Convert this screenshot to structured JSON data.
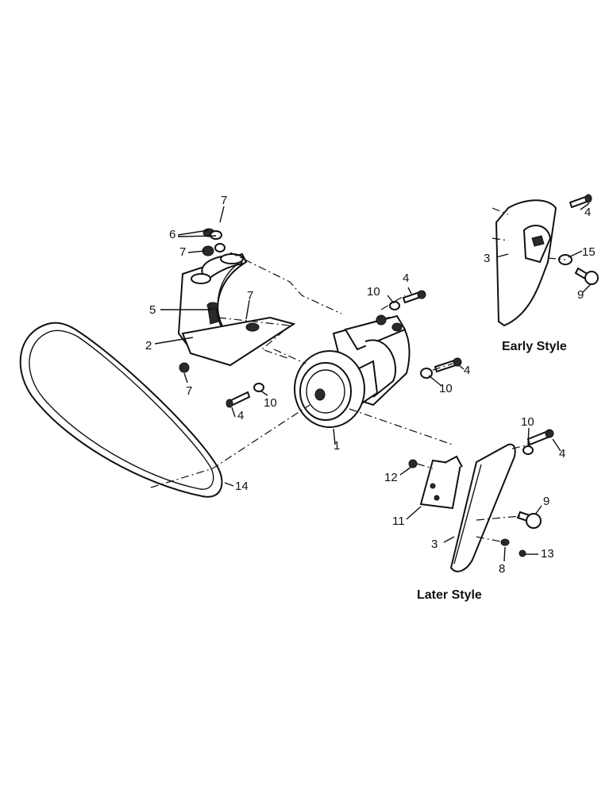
{
  "captions": {
    "early_style": "Early Style",
    "later_style": "Later Style"
  },
  "callouts": {
    "c1": "1",
    "c2": "2",
    "c3_early": "3",
    "c3_later": "3",
    "c4_early": "4",
    "c4_a": "4",
    "c4_b": "4",
    "c4_c": "4",
    "c4_later": "4",
    "c5": "5",
    "c6": "6",
    "c7_a": "7",
    "c7_b": "7",
    "c7_c": "7",
    "c7_d": "7",
    "c8": "8",
    "c9_early": "9",
    "c9_later": "9",
    "c10_a": "10",
    "c10_b": "10",
    "c10_c": "10",
    "c10_later": "10",
    "c11": "11",
    "c12": "12",
    "c13": "13",
    "c14": "14",
    "c15": "15"
  }
}
